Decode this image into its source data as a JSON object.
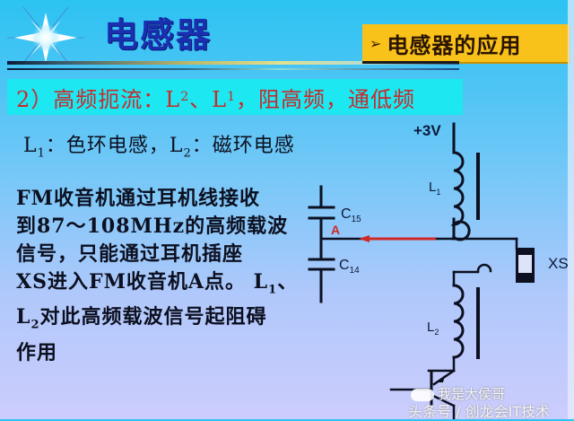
{
  "header": {
    "title": "电感器",
    "section_tag": "电感器的应用",
    "section_tag_icon": "arrow-bullet-icon",
    "star_icon": "sparkle-star-icon"
  },
  "headline": {
    "prefix": "2）高频扼流：L",
    "sub1": "2",
    "mid": "、L",
    "sub2": "1",
    "suffix": "，阻高频，通低频"
  },
  "subline": {
    "l1": "L",
    "l1_sub": "1",
    "l1_desc": "：色环电感，",
    "l2": "L",
    "l2_sub": "2",
    "l2_desc": "：磁环电感"
  },
  "paragraph": {
    "line1": "FM收音机通过耳机线接收",
    "line2": "到87～108MHz的高频载波",
    "line3": "信号，只能通过耳机插座",
    "line4_a": "XS进入FM收音机A点。 L",
    "line4_sub": "1",
    "line4_b": "、",
    "line5_a": "L",
    "line5_sub": "2",
    "line5_b": "对此高频载波信号起阻碍",
    "line6": "作用"
  },
  "circuit": {
    "supply_label": "+3V",
    "l1_label": "L",
    "l1_sub": "1",
    "l2_label": "L",
    "l2_sub": "2",
    "c15_label": "C",
    "c15_sub": "15",
    "c14_label": "C",
    "c14_sub": "14",
    "node_label": "A",
    "jack_label": "XS",
    "signal_arrow_color": "#d02828",
    "wire_color": "#0c1020"
  },
  "watermark": {
    "line1": "我是大侯哥",
    "line2": "头条号 / 创龙会IT技术"
  },
  "colors": {
    "headline_bg": "#1de7f0",
    "headline_text": "#c82a2a",
    "section_tag_bg": "#f8c21a",
    "title_text": "#1a2fb0"
  }
}
